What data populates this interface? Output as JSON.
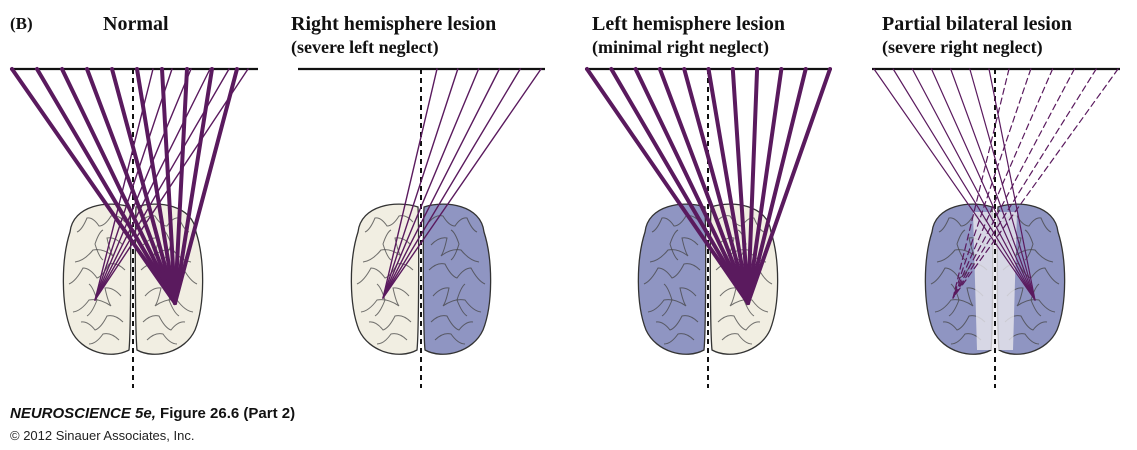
{
  "figure": {
    "part_label": "(B)",
    "colors": {
      "line": "#5a1a5e",
      "healthy_fill": "#f1eee2",
      "lesion_fill": "#8f95c2",
      "outline": "#333333"
    },
    "panels": [
      {
        "title": "Normal",
        "subtitle": ""
      },
      {
        "title": "Right hemisphere lesion",
        "subtitle": "(severe left neglect)"
      },
      {
        "title": "Left hemisphere lesion",
        "subtitle": "(minimal right neglect)"
      },
      {
        "title": "Partial bilateral lesion",
        "subtitle": "(severe right neglect)"
      }
    ]
  },
  "caption": {
    "book": "NEUROSCIENCE 5e,",
    "figure": "Figure 26.6 (Part 2)",
    "copyright": "© 2012 Sinauer Associates, Inc."
  }
}
